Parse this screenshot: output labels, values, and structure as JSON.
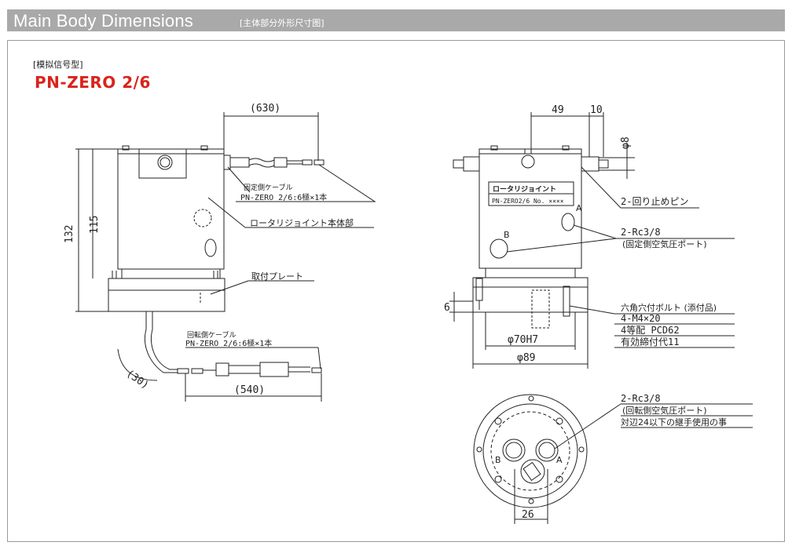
{
  "header": {
    "title": "Main Body Dimensions",
    "subtitle": "[主体部分外形尺寸图]"
  },
  "variant_label": "[模拟信号型]",
  "model_name": "PN-ZERO 2/6",
  "side_view": {
    "dim_cable_top": "(630)",
    "dim_height_total": "132",
    "dim_height_body": "115",
    "fixed_cable_label": "固定側ケーブル",
    "fixed_cable_spec": "PN-ZERO 2/6:6極×1本",
    "body_label": "ロータリジョイント本体部",
    "plate_label": "取付プレート",
    "rot_cable_label": "回転側ケーブル",
    "rot_cable_spec": "PN-ZERO 2/6:6極×1本",
    "dim_bend": "(30)",
    "dim_cable_bottom": "(540)"
  },
  "front_view": {
    "dim_49": "49",
    "dim_10": "10",
    "dim_pin": "φ8",
    "nameplate_title": "ロータリジョイント",
    "nameplate_model": "PN-ZERO2/6 No. ××××",
    "port_a": "A",
    "port_b": "B",
    "pin_label": "2-回り止めピン",
    "port_label": "2-Rc3/8",
    "port_note": "(固定側空気圧ポート)",
    "bolt_label": "六角穴付ボルト (添付品)",
    "bolt_spec": "4-M4×20",
    "bolt_pcd": "4等配 PCD62",
    "bolt_effective": "有効締付代11",
    "dim_6": "6",
    "dim_70": "φ70H7",
    "dim_89": "φ89"
  },
  "bottom_view": {
    "port_label": "2-Rc3/8",
    "port_note": "(回転側空気圧ポート)",
    "fitting_note": "対辺24以下の継手使用の事",
    "port_a": "A",
    "port_b": "B",
    "dim_26": "26"
  }
}
